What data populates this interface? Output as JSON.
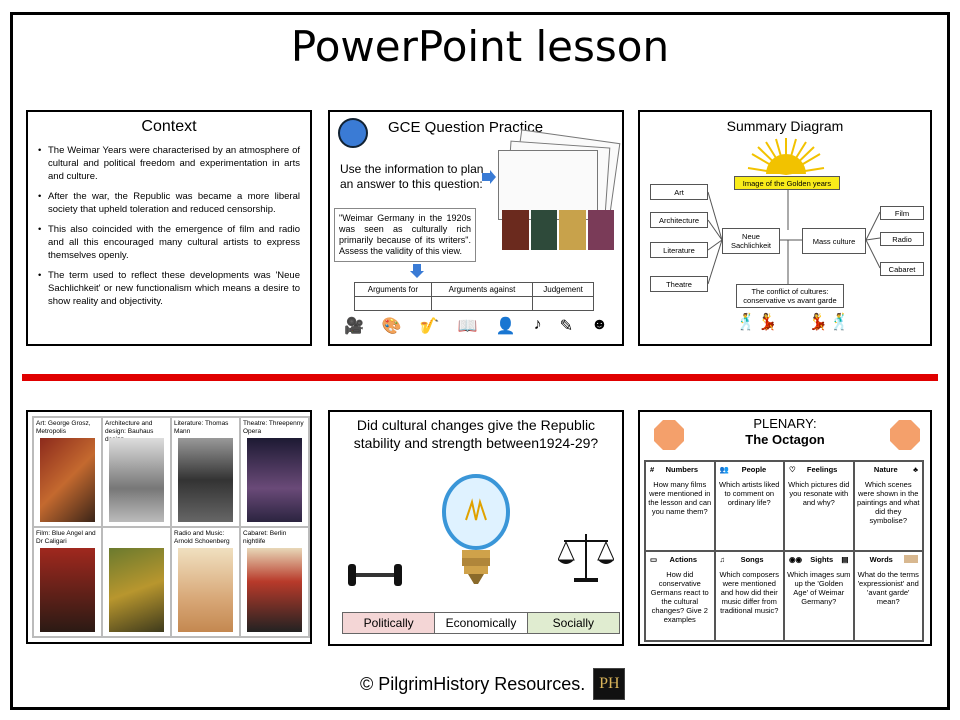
{
  "title": "PowerPoint lesson",
  "footer": {
    "text": "© PilgrimHistory Resources.",
    "logo": "PH"
  },
  "context_slide": {
    "title": "Context",
    "bullets": [
      "The Weimar Years were characterised by an atmosphere of cultural and political freedom and experimentation in arts and culture.",
      "After the war, the Republic was became a more liberal society that upheld toleration and reduced censorship.",
      "This also coincided with the emergence of film and radio and all this encouraged many cultural artists to express themselves openly.",
      "The term used to reflect these developments was 'Neue Sachlichkeit' or new functionalism which means a desire to show reality and objectivity."
    ]
  },
  "gce_slide": {
    "title": "GCE Question Practice",
    "instruction": "Use the information to plan an answer to this question:",
    "quote": "\"Weimar Germany in the 1920s was seen as culturally rich primarily because of its writers\". Assess the validity of this view.",
    "table_headers": [
      "Arguments for",
      "Arguments against",
      "Judgement"
    ]
  },
  "summary_slide": {
    "title": "Summary Diagram",
    "center": "Image of the Golden years",
    "left_nodes": [
      "Art",
      "Architecture",
      "Literature",
      "Theatre"
    ],
    "middle_left": "Neue Sachlichkeit",
    "middle_right": "Mass culture",
    "right_nodes": [
      "Film",
      "Radio",
      "Cabaret"
    ],
    "bottom": "The conflict of cultures: conservative vs avant garde"
  },
  "gallery_slide": {
    "cells": [
      "Art: George Grosz, Metropolis",
      "Architecture and design: Bauhaus design",
      "Literature: Thomas Mann",
      "Theatre: Threepenny Opera",
      "Film: Blue Angel and Dr Caligari",
      "",
      "Radio and Music: Arnold Schoenberg",
      "Cabaret: Berlin nightlife"
    ]
  },
  "question_slide": {
    "question_line1": "Did cultural changes give the Republic",
    "question_line2": "stability and strength between1924-29?",
    "options": [
      "Politically",
      "Economically",
      "Socially"
    ]
  },
  "plenary_slide": {
    "title": "PLENARY:",
    "subtitle": "The Octagon",
    "cells": [
      {
        "label": "Numbers",
        "text": "How many films were mentioned in the lesson and can you name them?"
      },
      {
        "label": "People",
        "text": "Which artists liked to comment on ordinary life?"
      },
      {
        "label": "Feelings",
        "text": "Which pictures did you resonate with and why?"
      },
      {
        "label": "Nature",
        "text": "Which scenes were shown in the paintings and what did they symbolise?"
      },
      {
        "label": "Actions",
        "text": "How did conservative Germans react to the cultural changes? Give 2 examples"
      },
      {
        "label": "Songs",
        "text": "Which composers were mentioned and how did their music differ from traditional music?"
      },
      {
        "label": "Sights",
        "text": "Which images sum up the 'Golden Age' of Weimar Germany?"
      },
      {
        "label": "Words",
        "text": "What do the terms 'expressionist' and 'avant garde' mean?"
      }
    ]
  },
  "colors": {
    "divider": "#e00000",
    "sun": "#f2c200",
    "octagon": "#f4a06b"
  }
}
